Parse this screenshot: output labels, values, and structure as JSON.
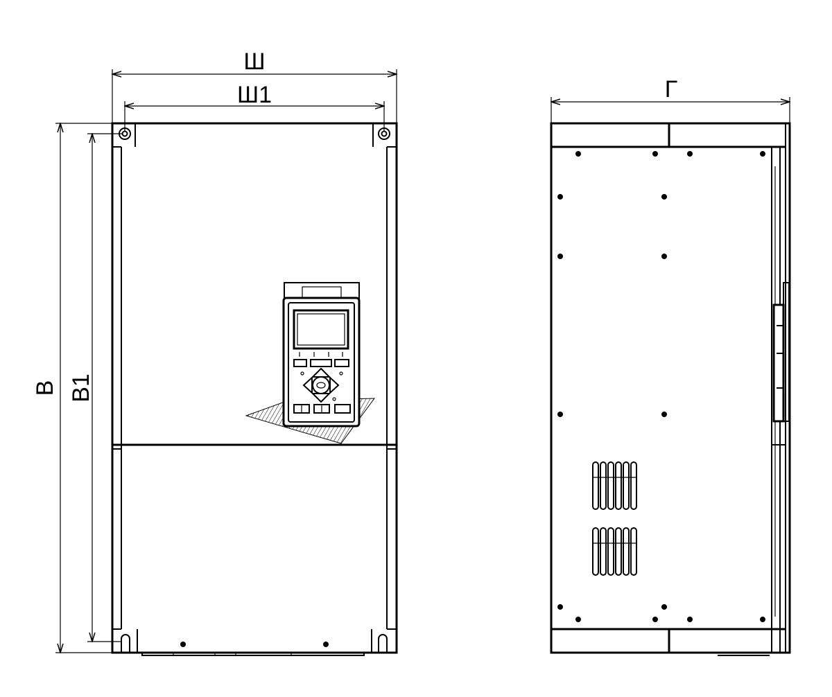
{
  "dimensions": {
    "width": "Ш",
    "width_mount": "Ш1",
    "height": "В",
    "height_mount": "В1",
    "depth": "Г"
  },
  "colors": {
    "line": "#000000",
    "background": "#ffffff"
  }
}
